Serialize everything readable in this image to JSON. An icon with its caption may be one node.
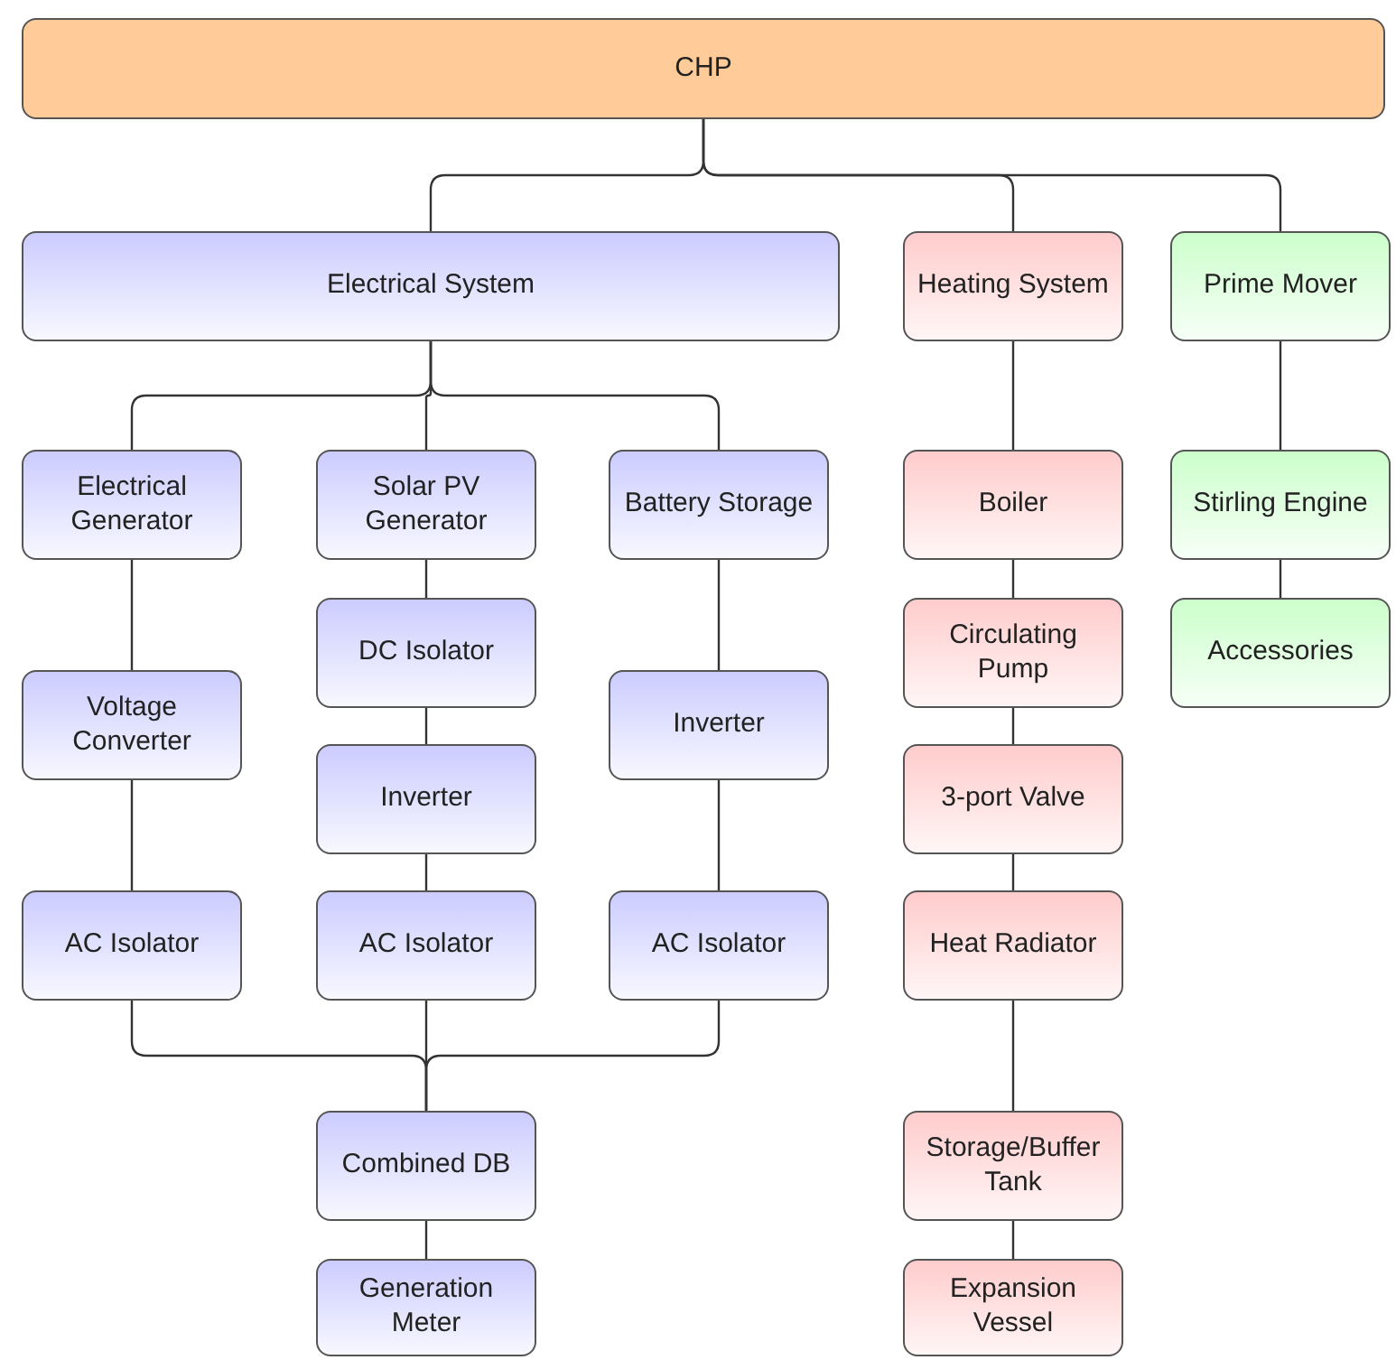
{
  "diagram": {
    "nodes": [
      {
        "text": [
          "CHP"
        ]
      },
      {
        "text": [
          "Electrical System"
        ]
      },
      {
        "text": [
          "Heating System"
        ]
      },
      {
        "text": [
          "Prime Mover"
        ]
      },
      {
        "text": [
          "Electrical Generator"
        ]
      },
      {
        "text": [
          "Solar PV Generator"
        ]
      },
      {
        "text": [
          "Battery Storage"
        ]
      },
      {
        "text": [
          "Boiler"
        ]
      },
      {
        "text": [
          "Stirling Engine"
        ]
      },
      {
        "text": [
          "DC Isolator"
        ]
      },
      {
        "text": [
          "Circulating Pump"
        ]
      },
      {
        "text": [
          "Accessories"
        ]
      },
      {
        "text": [
          "Voltage Converter"
        ]
      },
      {
        "text": [
          "Inverter"
        ]
      },
      {
        "text": [
          "Inverter"
        ]
      },
      {
        "text": [
          "3-port Valve"
        ]
      },
      {
        "text": [
          "AC Isolator"
        ]
      },
      {
        "text": [
          "AC Isolator"
        ]
      },
      {
        "text": [
          "AC Isolator"
        ]
      },
      {
        "text": [
          "Heat Radiator"
        ]
      },
      {
        "text": [
          "Combined DB"
        ]
      },
      {
        "text": [
          "Storage/Buffer Tank"
        ]
      },
      {
        "text": [
          "Generation Meter"
        ]
      },
      {
        "text": [
          "Expansion Vessel"
        ]
      }
    ],
    "edges": [
      {
        "from": 0,
        "to": 1,
        "arrow": "none"
      },
      {
        "from": 0,
        "to": 2,
        "arrow": "none"
      },
      {
        "from": 0,
        "to": 3,
        "arrow": "none"
      },
      {
        "from": 1,
        "to": 4,
        "arrow": "none"
      },
      {
        "from": 1,
        "to": 5,
        "arrow": "none"
      },
      {
        "from": 1,
        "to": 6,
        "arrow": "none"
      },
      {
        "from": 4,
        "to": 12,
        "arrow": "none"
      },
      {
        "from": 12,
        "to": 16,
        "arrow": "none"
      },
      {
        "from": 5,
        "to": 9,
        "arrow": "none"
      },
      {
        "from": 9,
        "to": 14,
        "arrow": "none"
      },
      {
        "from": 14,
        "to": 17,
        "arrow": "none"
      },
      {
        "from": 6,
        "to": 13,
        "arrow": "none"
      },
      {
        "from": 13,
        "to": 18,
        "arrow": "none"
      },
      {
        "from": 16,
        "to": 20,
        "arrow": "none"
      },
      {
        "from": 17,
        "to": 20,
        "arrow": "none"
      },
      {
        "from": 18,
        "to": 20,
        "arrow": "none"
      },
      {
        "from": 20,
        "to": 22,
        "arrow": "none"
      },
      {
        "from": 2,
        "to": 7,
        "arrow": "none"
      },
      {
        "from": 7,
        "to": 10,
        "arrow": "none"
      },
      {
        "from": 10,
        "to": 15,
        "arrow": "none"
      },
      {
        "from": 15,
        "to": 19,
        "arrow": "none"
      },
      {
        "from": 19,
        "to": 21,
        "arrow": "none"
      },
      {
        "from": 21,
        "to": 23,
        "arrow": "none"
      },
      {
        "from": 3,
        "to": 8,
        "arrow": "none"
      },
      {
        "from": 8,
        "to": 11,
        "arrow": "none"
      }
    ]
  }
}
